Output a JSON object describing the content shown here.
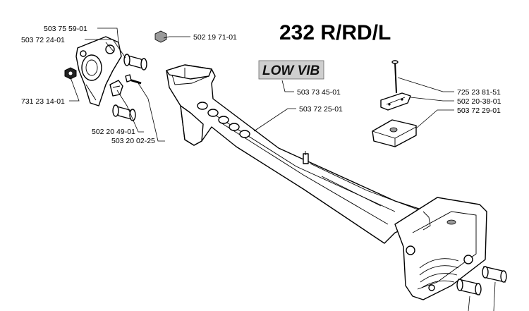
{
  "title": "232 R/RD/L",
  "logo_text": "LOW VIB",
  "part_numbers": {
    "p503755901": "503 75 59-01",
    "p503722401": "503 72 24-01",
    "p731231401": "731 23 14-01",
    "p502204901": "502 20 49-01",
    "p503200225": "503 20 02-25",
    "p502197101": "502 19 71-01",
    "p503734501": "503 73 45-01",
    "p503722501": "503 72 25-01",
    "p725238151": "725 23 81-51",
    "p502203801": "502 20-38-01",
    "p503722901": "503 72 29-01"
  }
}
